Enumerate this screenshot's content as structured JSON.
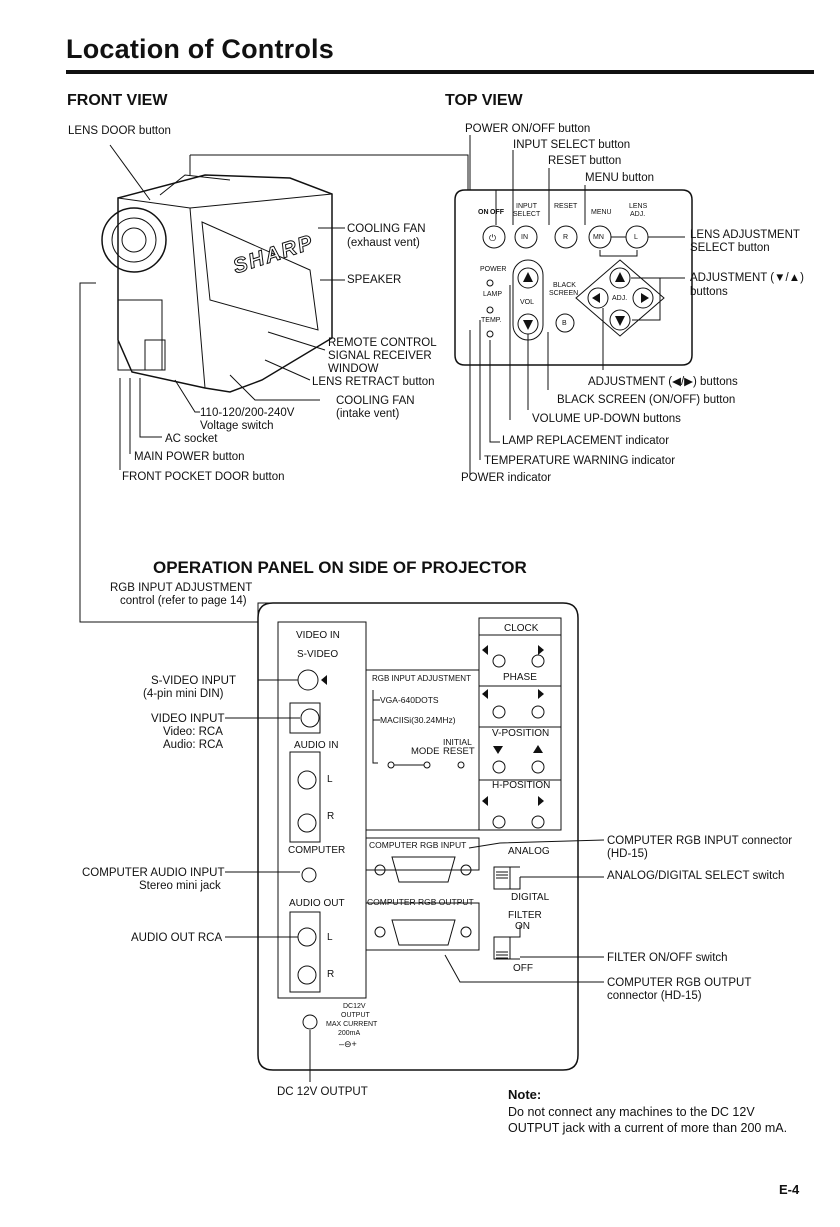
{
  "page": {
    "title": "Location of Controls",
    "page_number": "E-4"
  },
  "front_view": {
    "heading": "FRONT VIEW",
    "brand": "SHARP",
    "labels": {
      "lens_door": "LENS DOOR button",
      "cooling_fan_exhaust_1": "COOLING FAN",
      "cooling_fan_exhaust_2": "(exhaust vent)",
      "speaker": "SPEAKER",
      "remote_1": "REMOTE CONTROL",
      "remote_2": "SIGNAL RECEIVER",
      "remote_3": "WINDOW",
      "lens_retract": "LENS RETRACT button",
      "cooling_fan_intake_1": "COOLING FAN",
      "cooling_fan_intake_2": "(intake vent)",
      "voltage_1": "110-120/200-240V",
      "voltage_2": "Voltage switch",
      "ac_socket": "AC socket",
      "main_power": "MAIN POWER button",
      "front_pocket": "FRONT POCKET DOOR button"
    }
  },
  "top_view": {
    "heading": "TOP VIEW",
    "labels": {
      "power_onoff": "POWER ON/OFF button",
      "input_select": "INPUT SELECT button",
      "reset": "RESET button",
      "menu": "MENU button",
      "lens_adj_1": "LENS ADJUSTMENT",
      "lens_adj_2": "SELECT button",
      "adj_updown_1": "ADJUSTMENT (▼/▲)",
      "adj_updown_2": "buttons",
      "adj_leftright": "ADJUSTMENT (◀/▶) buttons",
      "black_screen": "BLACK SCREEN (ON/OFF) button",
      "volume": "VOLUME UP-DOWN buttons",
      "lamp": "LAMP REPLACEMENT indicator",
      "temp": "TEMPERATURE WARNING indicator",
      "power_ind": "POWER indicator"
    },
    "panel": {
      "on": "ON",
      "off": "OFF",
      "input": "INPUT",
      "select": "SELECT",
      "reset": "RESET",
      "menu": "MENU",
      "lens": "LENS",
      "adj": "ADJ.",
      "btn_in": "IN",
      "btn_r": "R",
      "btn_mn": "MN",
      "btn_l": "L",
      "btn_b": "B",
      "power": "POWER",
      "lamp": "LAMP",
      "temp": "TEMP.",
      "vol": "VOL",
      "black": "BLACK",
      "screen": "SCREEN",
      "adj_center": "ADJ."
    }
  },
  "operation_panel": {
    "heading": "OPERATION PANEL ON SIDE OF PROJECTOR",
    "rgb_adj_1": "RGB INPUT ADJUSTMENT",
    "rgb_adj_2": "control (refer to page 14)",
    "left_labels": {
      "svideo_1": "S-VIDEO INPUT",
      "svideo_2": "(4-pin mini DIN)",
      "video_1": "VIDEO INPUT",
      "video_2": "Video: RCA",
      "video_3": "Audio: RCA",
      "comp_audio_1": "COMPUTER AUDIO INPUT",
      "comp_audio_2": "Stereo mini jack",
      "audio_out": "AUDIO OUT RCA"
    },
    "right_labels": {
      "rgb_in_1": "COMPUTER RGB INPUT connector",
      "rgb_in_2": "(HD-15)",
      "analog_digital": "ANALOG/DIGITAL SELECT switch",
      "filter": "FILTER ON/OFF switch",
      "rgb_out_1": "COMPUTER RGB OUTPUT",
      "rgb_out_2": "connector (HD-15)"
    },
    "panel_text": {
      "video_in": "VIDEO IN",
      "s_video": "S-VIDEO",
      "audio_in": "AUDIO IN",
      "l": "L",
      "r": "R",
      "computer": "COMPUTER",
      "audio_out": "AUDIO OUT",
      "rgb_input_adjustment": "RGB INPUT ADJUSTMENT",
      "vga": "VGA-640DOTS",
      "mac": "MACIISi(30.24MHz)",
      "initial": "INITIAL",
      "mode": "MODE",
      "reset": "RESET",
      "clock": "CLOCK",
      "phase": "PHASE",
      "vposition": "V-POSITION",
      "hposition": "H-POSITION",
      "comp_rgb_input": "COMPUTER RGB INPUT",
      "comp_rgb_output": "COMPUTER RGB OUTPUT",
      "analog": "ANALOG",
      "digital": "DIGITAL",
      "filter": "FILTER",
      "on": "ON",
      "off": "OFF",
      "dc12v": "DC12V",
      "output": "OUTPUT",
      "max_current": "MAX CURRENT",
      "ma": "200mA",
      "polarity": "–⊖+"
    },
    "dc_label": "DC 12V OUTPUT"
  },
  "note": {
    "title": "Note:",
    "line1": "Do not connect any machines to the DC 12V",
    "line2": "OUTPUT jack with a current of more than 200 mA."
  }
}
